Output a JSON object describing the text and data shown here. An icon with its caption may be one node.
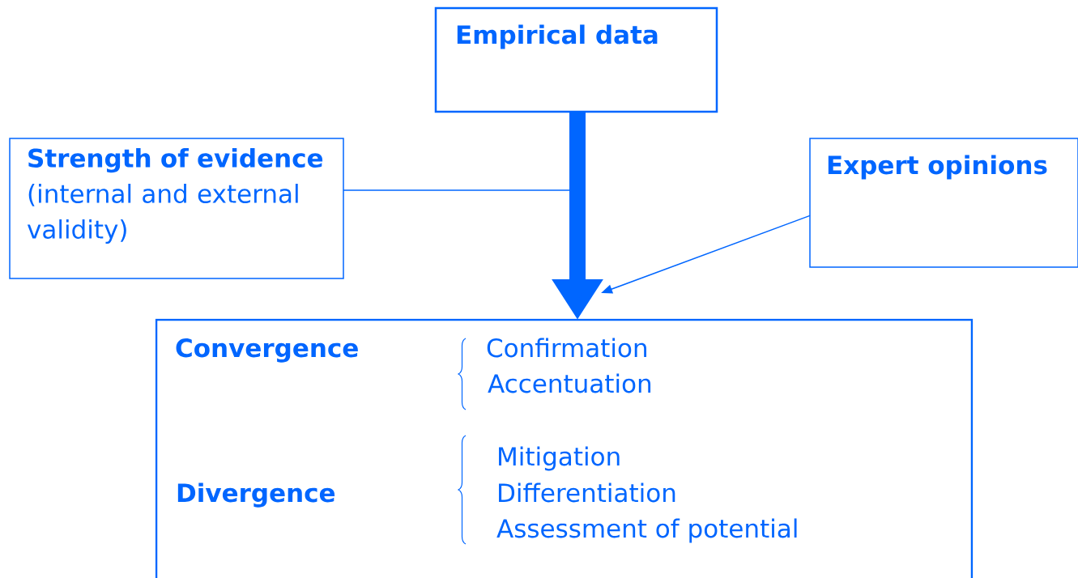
{
  "diagram": {
    "nodes": [
      {
        "text": [
          "Empirical data"
        ]
      },
      {
        "text": [
          "**Strength of evidence** (internal and external validity)"
        ]
      },
      {
        "text": [
          "Expert opinions"
        ]
      },
      {
        "text": [
          "Convergence",
          "Confirmation",
          "Accentuation",
          "Divergence",
          "Mitigation",
          "Differentiation",
          "Assessment of potential"
        ]
      }
    ],
    "edges": [
      {
        "from": 0,
        "to": 3,
        "arrow": "to",
        "style": "thick"
      },
      {
        "from": 1,
        "to": null,
        "arrow": "none"
      },
      {
        "from": 2,
        "to": 3,
        "arrow": "to"
      }
    ]
  }
}
